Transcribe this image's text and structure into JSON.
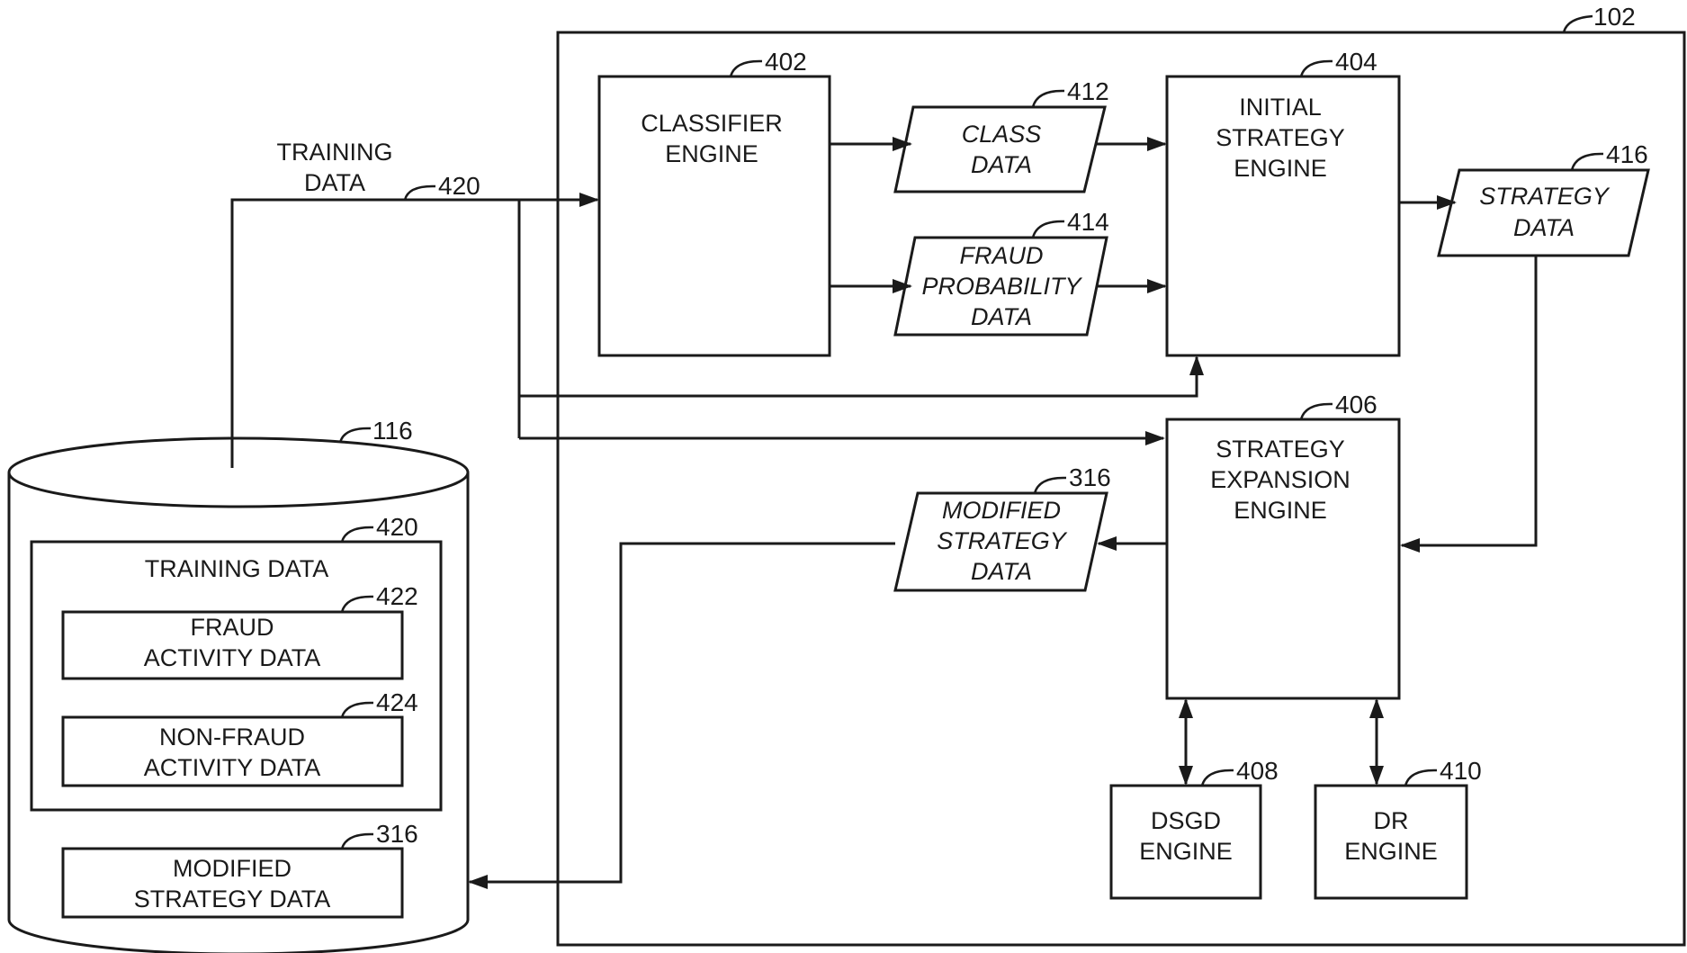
{
  "system_ref": "102",
  "database": {
    "ref": "116",
    "training_group": {
      "title": "TRAINING DATA",
      "ref": "420",
      "items": [
        {
          "ref": "422",
          "lines": [
            "FRAUD",
            "ACTIVITY DATA"
          ]
        },
        {
          "ref": "424",
          "lines": [
            "NON-FRAUD",
            "ACTIVITY DATA"
          ]
        }
      ]
    },
    "modified_item": {
      "ref": "316",
      "lines": [
        "MODIFIED",
        "STRATEGY DATA"
      ]
    }
  },
  "training_flow": {
    "lines": [
      "TRAINING",
      "DATA"
    ],
    "ref": "420"
  },
  "engines": {
    "classifier": {
      "ref": "402",
      "lines": [
        "CLASSIFIER",
        "ENGINE"
      ]
    },
    "initial_strategy": {
      "ref": "404",
      "lines": [
        "INITIAL",
        "STRATEGY",
        "ENGINE"
      ]
    },
    "strategy_expansion": {
      "ref": "406",
      "lines": [
        "STRATEGY",
        "EXPANSION",
        "ENGINE"
      ]
    },
    "dsgd": {
      "ref": "408",
      "lines": [
        "DSGD",
        "ENGINE"
      ]
    },
    "dr": {
      "ref": "410",
      "lines": [
        "DR",
        "ENGINE"
      ]
    }
  },
  "data_objects": {
    "class_data": {
      "ref": "412",
      "lines": [
        "CLASS",
        "DATA"
      ]
    },
    "fraud_probability": {
      "ref": "414",
      "lines": [
        "FRAUD",
        "PROBABILITY",
        "DATA"
      ]
    },
    "strategy_data": {
      "ref": "416",
      "lines": [
        "STRATEGY",
        "DATA"
      ]
    },
    "modified_strategy": {
      "ref": "316",
      "lines": [
        "MODIFIED",
        "STRATEGY",
        "DATA"
      ]
    }
  }
}
